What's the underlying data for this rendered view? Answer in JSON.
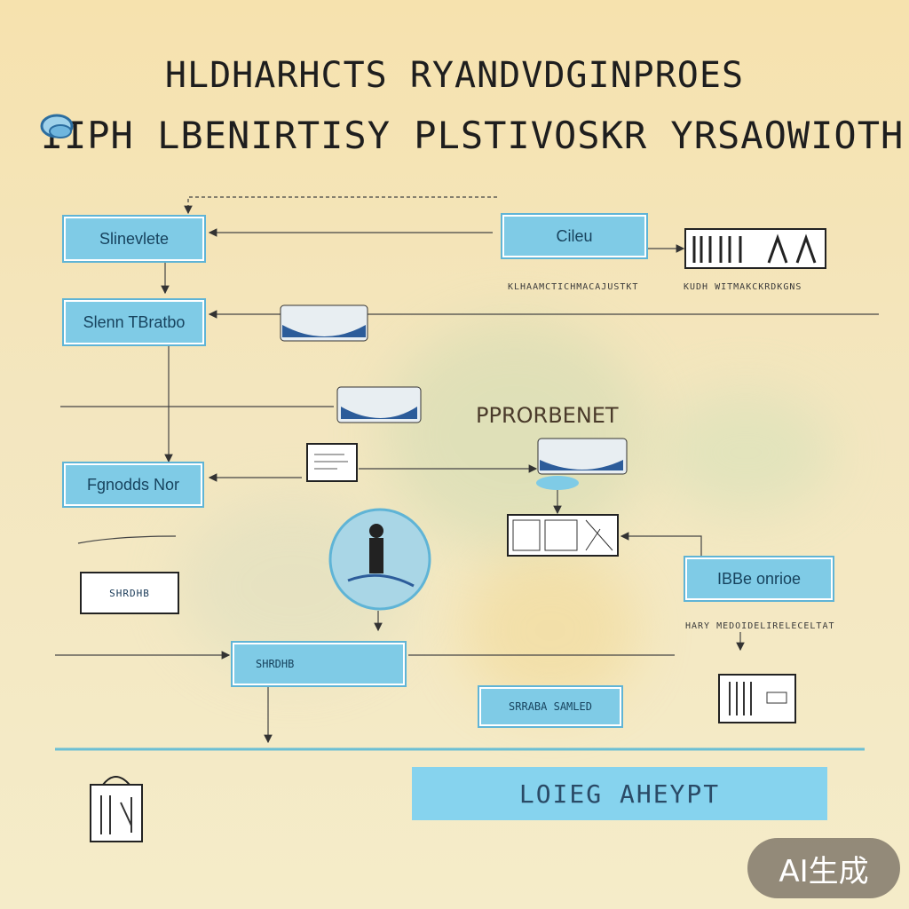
{
  "header": {
    "title_line1": "HLDHARHCTS RYANDVDGINPROES",
    "title_line2": "IIPH LBENIRTISY PLSTIVOSKR YRSAOWIOTH"
  },
  "nodes": {
    "top_left": "Slinevlete",
    "top_right": "Cileu",
    "mid_left": "Slenn TBratbo",
    "lower_left": "Fgnodds Nor",
    "right_mid": "IBBe onrioe",
    "bottom_center": "LOIEG  AHEYPT",
    "process_label": "PPRORBENET"
  },
  "scribbles": {
    "s1": "KLHAAMCTICHMACAJUSTKT",
    "s2": "KUDH WITMAKCKRDKGNS",
    "s3": "HARY MEDOIDELIRELECELTAT",
    "s4": "SHRDHB",
    "s5": "SRRABA SAMLED"
  },
  "badge": {
    "text": "AI生成"
  },
  "colors": {
    "box_fill": "#7fcbe6",
    "box_border": "#5fb4d6",
    "background": "#f6e2ae",
    "line": "#333333",
    "icon_blue": "#2c5c9a"
  }
}
